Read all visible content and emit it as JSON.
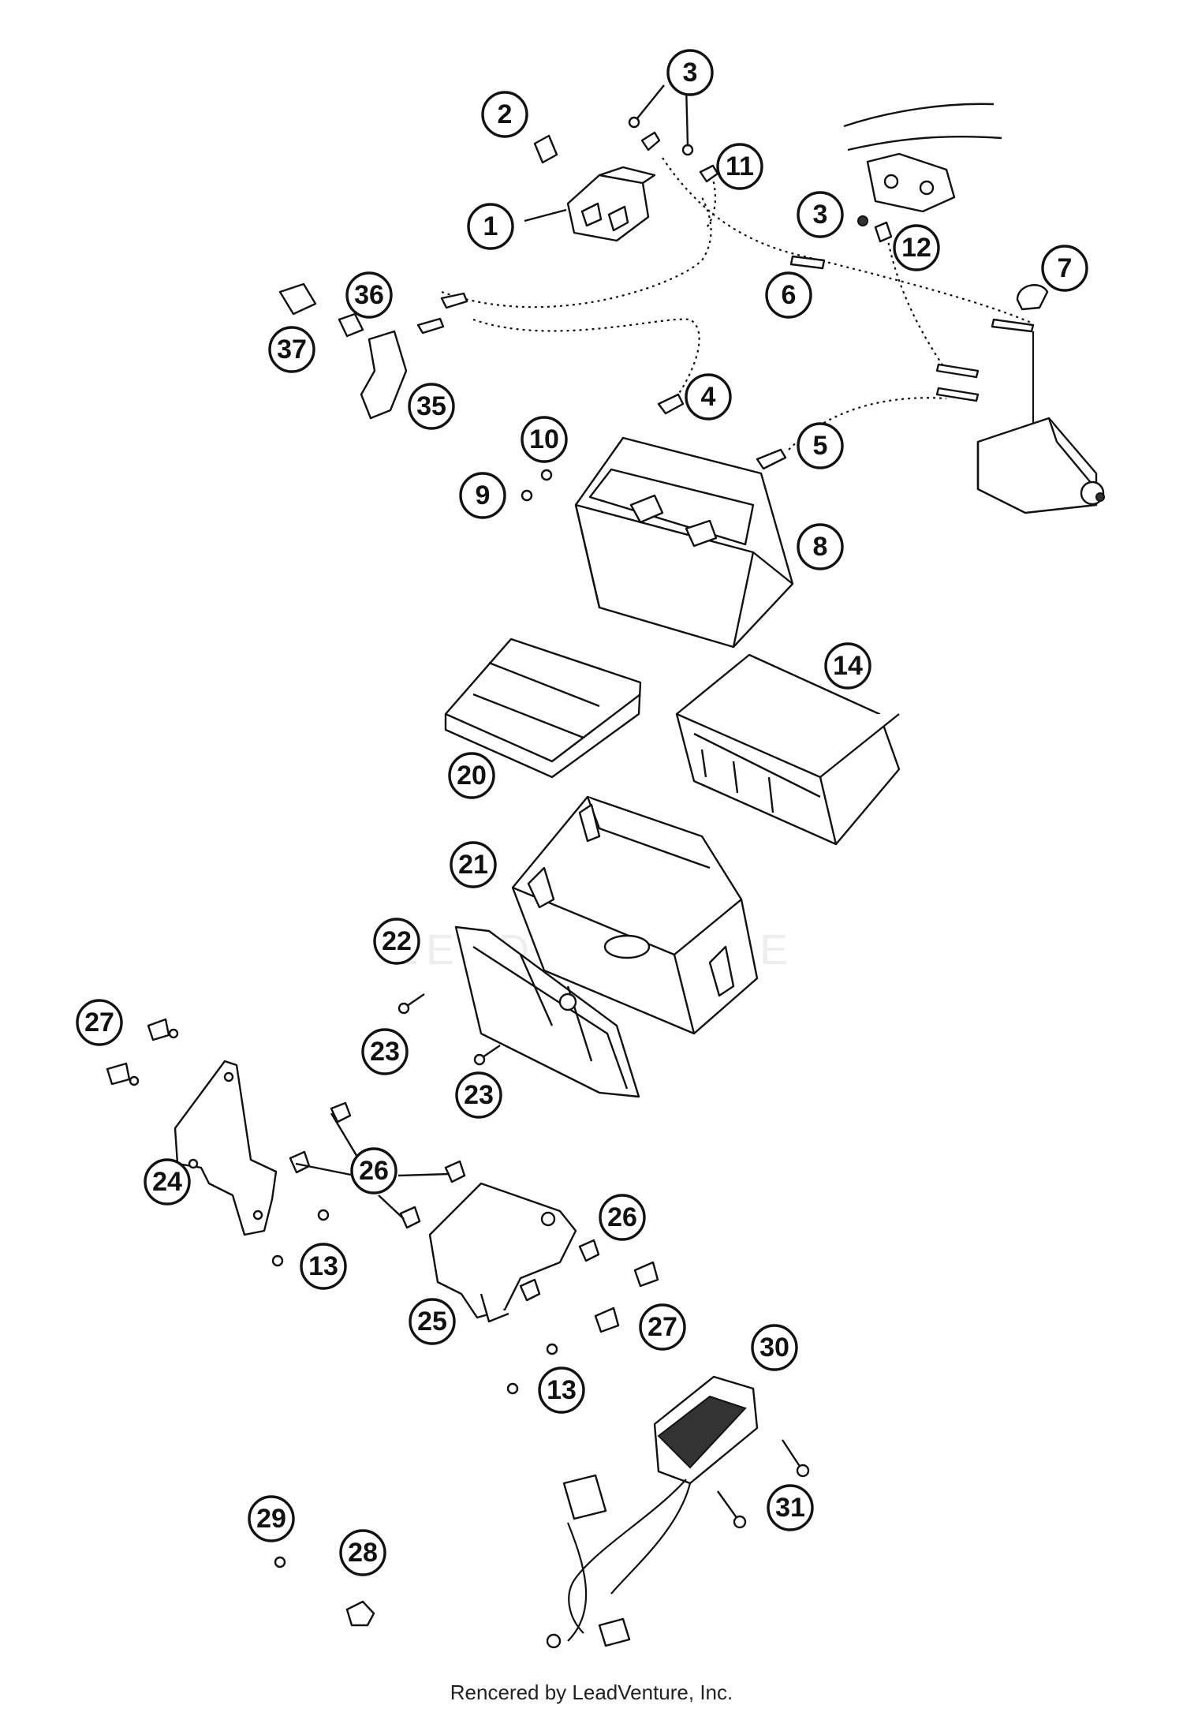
{
  "watermark": "LEADVENTURE",
  "credit": "Rencered by LeadVenture, Inc.",
  "callouts": [
    {
      "id": "callout-1",
      "label": "1"
    },
    {
      "id": "callout-2",
      "label": "2"
    },
    {
      "id": "callout-3a",
      "label": "3"
    },
    {
      "id": "callout-3b",
      "label": "3"
    },
    {
      "id": "callout-4",
      "label": "4"
    },
    {
      "id": "callout-5",
      "label": "5"
    },
    {
      "id": "callout-6",
      "label": "6"
    },
    {
      "id": "callout-7",
      "label": "7"
    },
    {
      "id": "callout-8",
      "label": "8"
    },
    {
      "id": "callout-9",
      "label": "9"
    },
    {
      "id": "callout-10",
      "label": "10"
    },
    {
      "id": "callout-11",
      "label": "11"
    },
    {
      "id": "callout-12",
      "label": "12"
    },
    {
      "id": "callout-13a",
      "label": "13"
    },
    {
      "id": "callout-13b",
      "label": "13"
    },
    {
      "id": "callout-14",
      "label": "14"
    },
    {
      "id": "callout-20",
      "label": "20"
    },
    {
      "id": "callout-21",
      "label": "21"
    },
    {
      "id": "callout-22",
      "label": "22"
    },
    {
      "id": "callout-23a",
      "label": "23"
    },
    {
      "id": "callout-23b",
      "label": "23"
    },
    {
      "id": "callout-24",
      "label": "24"
    },
    {
      "id": "callout-25",
      "label": "25"
    },
    {
      "id": "callout-26a",
      "label": "26"
    },
    {
      "id": "callout-26b",
      "label": "26"
    },
    {
      "id": "callout-27a",
      "label": "27"
    },
    {
      "id": "callout-27b",
      "label": "27"
    },
    {
      "id": "callout-28",
      "label": "28"
    },
    {
      "id": "callout-29",
      "label": "29"
    },
    {
      "id": "callout-30",
      "label": "30"
    },
    {
      "id": "callout-31",
      "label": "31"
    },
    {
      "id": "callout-35",
      "label": "35"
    },
    {
      "id": "callout-36",
      "label": "36"
    },
    {
      "id": "callout-37",
      "label": "37"
    }
  ]
}
